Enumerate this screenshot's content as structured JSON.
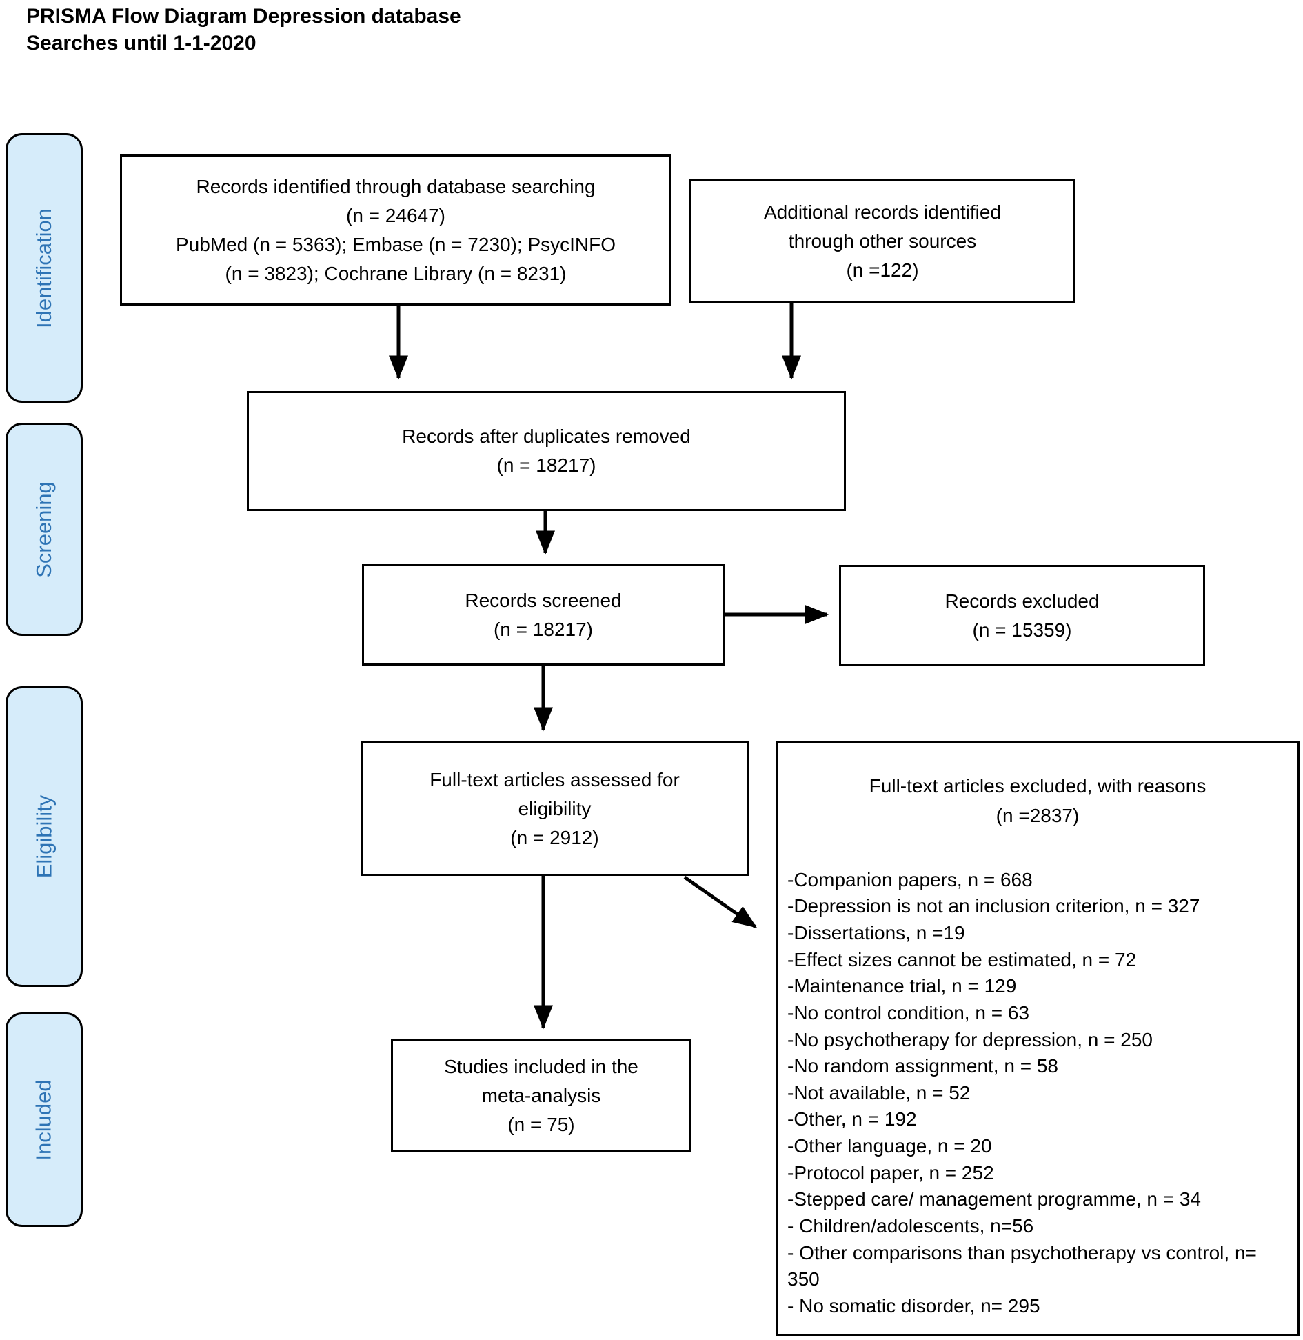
{
  "title": "PRISMA Flow Diagram Depression database\nSearches until 1-1-2020",
  "sidebar": {
    "stages": {
      "identification": "Identification",
      "screening": "Screening",
      "eligibility": "Eligibility",
      "included": "Included"
    }
  },
  "boxes": {
    "records_identified": "Records identified through database searching\n(n = 24647)\nPubMed (n = 5363); Embase (n = 7230); PsycINFO\n(n = 3823); Cochrane Library (n = 8231)",
    "additional_records": "Additional records identified\nthrough other sources\n(n =122)",
    "duplicates_removed": "Records after duplicates removed\n(n = 18217)",
    "records_screened": "Records screened\n(n = 18217)",
    "records_excluded": "Records excluded\n(n = 15359)",
    "fulltext_assessed": "Full-text articles assessed for\neligibility\n(n = 2912)",
    "studies_included": "Studies included in the\nmeta-analysis\n(n = 75)"
  },
  "exclusion": {
    "header": "Full-text articles excluded, with reasons\n(n =2837)",
    "reasons": [
      "-Companion papers, n = 668",
      "-Depression is not an inclusion criterion, n = 327",
      "-Dissertations, n =19",
      "-Effect sizes cannot be estimated, n = 72",
      "-Maintenance trial, n = 129",
      "-No control condition, n = 63",
      "-No psychotherapy for depression, n = 250",
      "-No random assignment, n = 58",
      "-Not available, n = 52",
      "-Other, n = 192",
      "-Other language, n = 20",
      "-Protocol paper, n = 252",
      "-Stepped care/ management programme, n = 34",
      "- Children/adolescents, n=56",
      "- Other comparisons than psychotherapy vs control, n= 350",
      "- No somatic disorder, n= 295"
    ]
  },
  "colors": {
    "stage_fill": "#d6ecfa",
    "stage_text": "#2e74b5",
    "box_border": "#000000",
    "background": "#ffffff"
  }
}
